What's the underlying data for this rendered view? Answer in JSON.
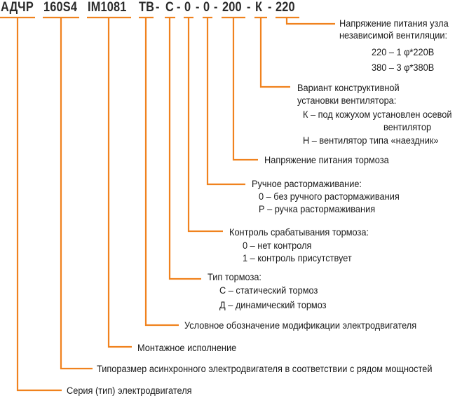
{
  "colors": {
    "line": "#F0821E",
    "code_text": "#2b2b2b",
    "label_text": "#1a1a1a"
  },
  "code": {
    "series": "АДЧР",
    "frame": "160S4",
    "mount": "IM1081",
    "brake_mod": "ТВ",
    "dash1": "-",
    "brake_type": "С",
    "dash2": "-",
    "brake_control": "0",
    "dash3": "-",
    "manual_release": "0",
    "dash4": "-",
    "brake_voltage": "200",
    "dash5": "-",
    "fan_mount": "К",
    "dash6": "-",
    "fan_voltage": "220"
  },
  "labels": {
    "fan_voltage": {
      "line1": "Напряжение питания узла",
      "line2": "независимой вентиляции:",
      "opt1": "220 – 1 φ*220В",
      "opt2": "380 – 3 φ*380В"
    },
    "fan_mount": {
      "line1": "Вариант конструктивной",
      "line2": "установки вентилятора:",
      "opt1a": "К – под кожухом установлен осевой",
      "opt1b": "вентилятор",
      "opt2": "Н – вентилятор типа «наездник»"
    },
    "brake_voltage": "Напряжение питания тормоза",
    "manual_release": {
      "title": "Ручное растормаживание:",
      "opt1": "0 – без ручного растормаживания",
      "opt2": "Р – ручка растормаживания"
    },
    "brake_control": {
      "title": "Контроль срабатывания тормоза:",
      "opt1": "0 – нет контроля",
      "opt2": "1 – контроль присутствует"
    },
    "brake_type": {
      "title": "Тип тормоза:",
      "opt1": "С – статический тормоз",
      "opt2": "Д – динамический тормоз"
    },
    "brake_mod": "Условное обозначение модификации электродвигателя",
    "mount": "Монтажное исполнение",
    "frame": "Типоразмер асинхронного электродвигателя в соответствии с рядом мощностей",
    "series": "Серия (тип) электродвигателя"
  }
}
